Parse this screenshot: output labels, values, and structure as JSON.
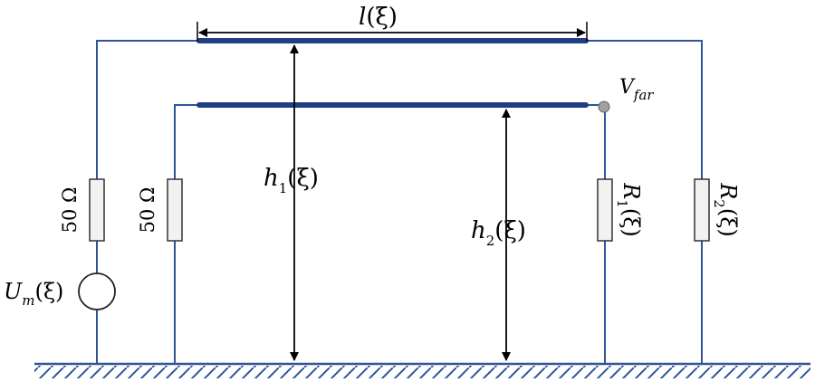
{
  "diagram": {
    "colors": {
      "wire": "#2f5597",
      "conductor": "#1f3f82",
      "resistor_fill": "#f2f2f2",
      "arrow": "#000000",
      "ground_hatch": "#2f5597"
    },
    "labels": {
      "length": {
        "main": "l",
        "arg": "(ξ)"
      },
      "far_end": {
        "main": "V",
        "sub": "far"
      },
      "h1": {
        "main": "h",
        "sub": "1",
        "arg": "(ξ)"
      },
      "h2": {
        "main": "h",
        "sub": "2",
        "arg": "(ξ)"
      },
      "source": {
        "main": "U",
        "sub": "m",
        "arg": "(ξ)"
      },
      "r_source_outer": "50 Ω",
      "r_source_inner": "50 Ω",
      "r1": {
        "main": "R",
        "sub": "1",
        "arg": "(ξ)"
      },
      "r2": {
        "main": "R",
        "sub": "2",
        "arg": "(ξ)"
      }
    }
  }
}
